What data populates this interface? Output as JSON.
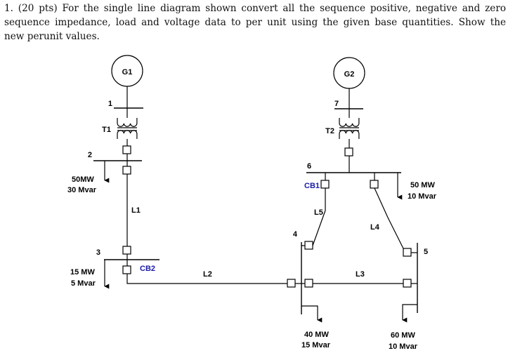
{
  "problem": {
    "line1": "1. (20 pts) For the single line diagram shown convert all the sequence positive, negative and zero",
    "line2": "sequence impedance, load and voltage data to per unit using the given base quantities. Show the",
    "line3": "new perunit values."
  },
  "diagram": {
    "generators": [
      {
        "id": "g1",
        "label": "G1"
      },
      {
        "id": "g2",
        "label": "G2"
      }
    ],
    "transformers": [
      {
        "id": "t1",
        "label": "T1"
      },
      {
        "id": "t2",
        "label": "T2"
      }
    ],
    "buses": [
      "1",
      "2",
      "3",
      "4",
      "5",
      "6",
      "7"
    ],
    "lines": [
      "L1",
      "L2",
      "L3",
      "L4",
      "L5"
    ],
    "breakers": [
      "CB1",
      "CB2"
    ],
    "loads": [
      {
        "bus": "2",
        "p": "50MW",
        "q": "30 Mvar"
      },
      {
        "bus": "3",
        "p": "15 MW",
        "q": "5 Mvar"
      },
      {
        "bus": "4",
        "p": "40 MW",
        "q": "15 Mvar"
      },
      {
        "bus": "5",
        "p": "60 MW",
        "q": "10 Mvar"
      },
      {
        "bus": "6",
        "p": "50 MW",
        "q": "10 Mvar"
      }
    ],
    "colors": {
      "line": "#000000",
      "breaker_label": "#1a1aa8"
    }
  }
}
